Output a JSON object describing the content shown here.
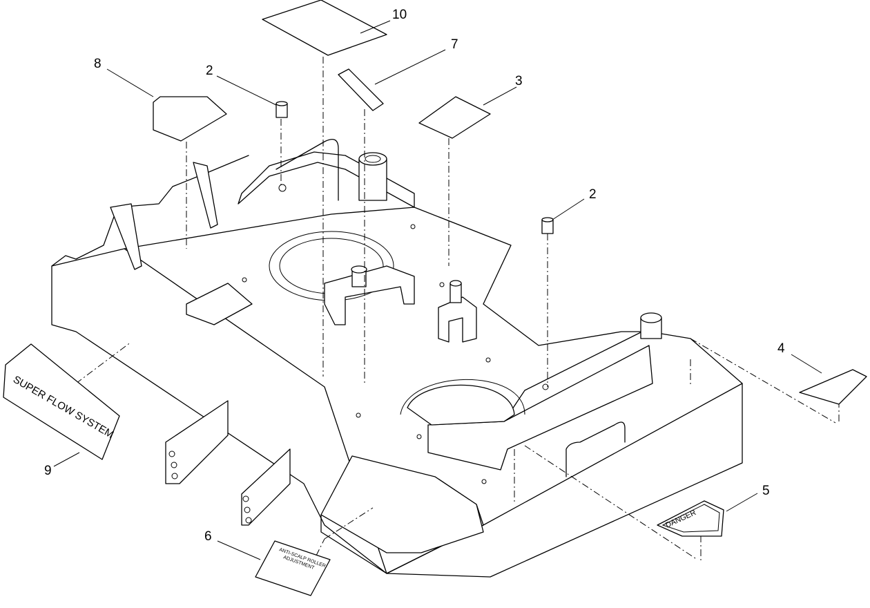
{
  "callouts": [
    {
      "id": "c10",
      "label": "10"
    },
    {
      "id": "c7",
      "label": "7"
    },
    {
      "id": "c8",
      "label": "8"
    },
    {
      "id": "c2a",
      "label": "2"
    },
    {
      "id": "c3",
      "label": "3"
    },
    {
      "id": "c2b",
      "label": "2"
    },
    {
      "id": "c4",
      "label": "4"
    },
    {
      "id": "c9",
      "label": "9"
    },
    {
      "id": "c5",
      "label": "5"
    },
    {
      "id": "c6",
      "label": "6"
    }
  ],
  "decals": {
    "super_flow": "SUPER FLOW SYSTEM",
    "danger": "DANGER",
    "anti_scalp_line1": "ANTI-SCALP ROLLER",
    "anti_scalp_line2": "ADJUSTMENT"
  }
}
